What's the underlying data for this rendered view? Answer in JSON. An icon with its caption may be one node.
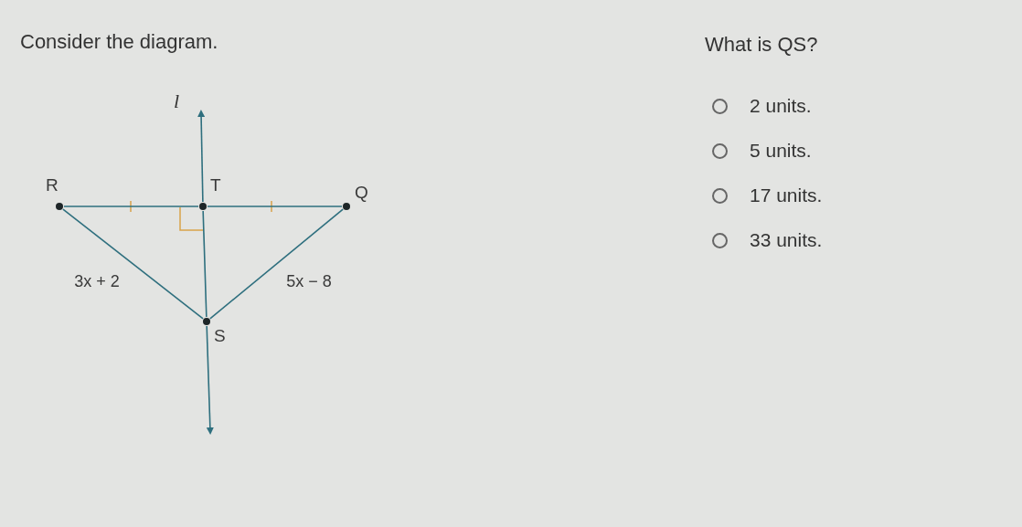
{
  "diagram": {
    "title": "Consider the diagram.",
    "nodes": [
      {
        "text": [],
        "shape": "circle",
        "beside": [
          "R"
        ]
      },
      {
        "text": [],
        "shape": "circle",
        "beside": [
          "T"
        ]
      },
      {
        "text": [],
        "shape": "circle",
        "beside": [
          "Q"
        ]
      },
      {
        "text": [],
        "shape": "circle",
        "beside": [
          "S"
        ]
      }
    ],
    "edges": [
      {
        "from": 0,
        "to": 1,
        "arrow": "none"
      },
      {
        "from": 1,
        "to": 2,
        "arrow": "none"
      },
      {
        "from": 0,
        "to": 3,
        "arrow": "none",
        "label": "3x + 2"
      },
      {
        "from": 2,
        "to": 3,
        "arrow": "none",
        "label": "5x − 8"
      },
      {
        "from": 1,
        "to": null,
        "arrow": "to"
      },
      {
        "from": 1,
        "to": 3,
        "arrow": "none"
      },
      {
        "from": 3,
        "to": null,
        "arrow": "to"
      }
    ],
    "labels": [
      "What is QS?",
      "2 units.",
      "5 units.",
      "17 units.",
      "33 units.",
      "l"
    ]
  }
}
